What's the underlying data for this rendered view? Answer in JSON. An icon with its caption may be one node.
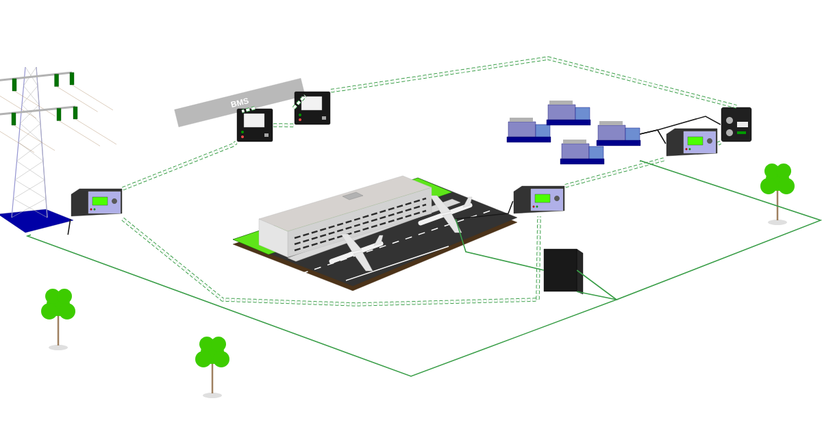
{
  "diagram": {
    "nodes": [
      {
        "text": [
          "BMS"
        ]
      },
      {
        "text": [],
        "shape": "picture"
      },
      {
        "text": [],
        "shape": "picture"
      },
      {
        "text": [],
        "shape": "picture"
      },
      {
        "text": [],
        "shape": "picture"
      },
      {
        "text": [],
        "shape": "picture"
      },
      {
        "text": [],
        "shape": "picture"
      },
      {
        "text": [],
        "shape": "picture"
      },
      {
        "text": [],
        "shape": "picture"
      },
      {
        "text": [],
        "shape": "picture"
      },
      {
        "text": [],
        "shape": "box"
      }
    ],
    "edges": [
      {
        "from": 1,
        "to": 2,
        "arrow": "none",
        "color": "#1a1a1a"
      },
      {
        "from": 2,
        "to": 3,
        "arrow": "none",
        "style": "dashed"
      },
      {
        "from": 3,
        "to": 0,
        "arrow": "none",
        "style": "dashed"
      },
      {
        "from": 4,
        "to": 0,
        "arrow": "none",
        "style": "dashed"
      },
      {
        "from": 3,
        "to": 4,
        "arrow": "none",
        "style": "dashed"
      },
      {
        "from": 4,
        "to": 9,
        "arrow": "none",
        "style": "dashed"
      },
      {
        "from": 2,
        "to": 6,
        "arrow": "none",
        "style": "dashed"
      },
      {
        "from": 6,
        "to": 8,
        "arrow": "none",
        "style": "dashed"
      },
      {
        "from": 8,
        "to": 9,
        "arrow": "none",
        "style": "dashed"
      },
      {
        "from": 5,
        "to": 6,
        "arrow": "none",
        "color": "#1a1a1a"
      },
      {
        "from": 7,
        "to": 8,
        "arrow": "none",
        "color": "#1a1a1a"
      },
      {
        "from": 7,
        "to": 9,
        "arrow": "none",
        "color": "#1a1a1a"
      },
      {
        "from": 1,
        "to": 10,
        "arrow": "none"
      },
      {
        "from": 5,
        "to": 10,
        "arrow": "none"
      },
      {
        "from": 7,
        "to": 10,
        "arrow": "none"
      }
    ]
  }
}
